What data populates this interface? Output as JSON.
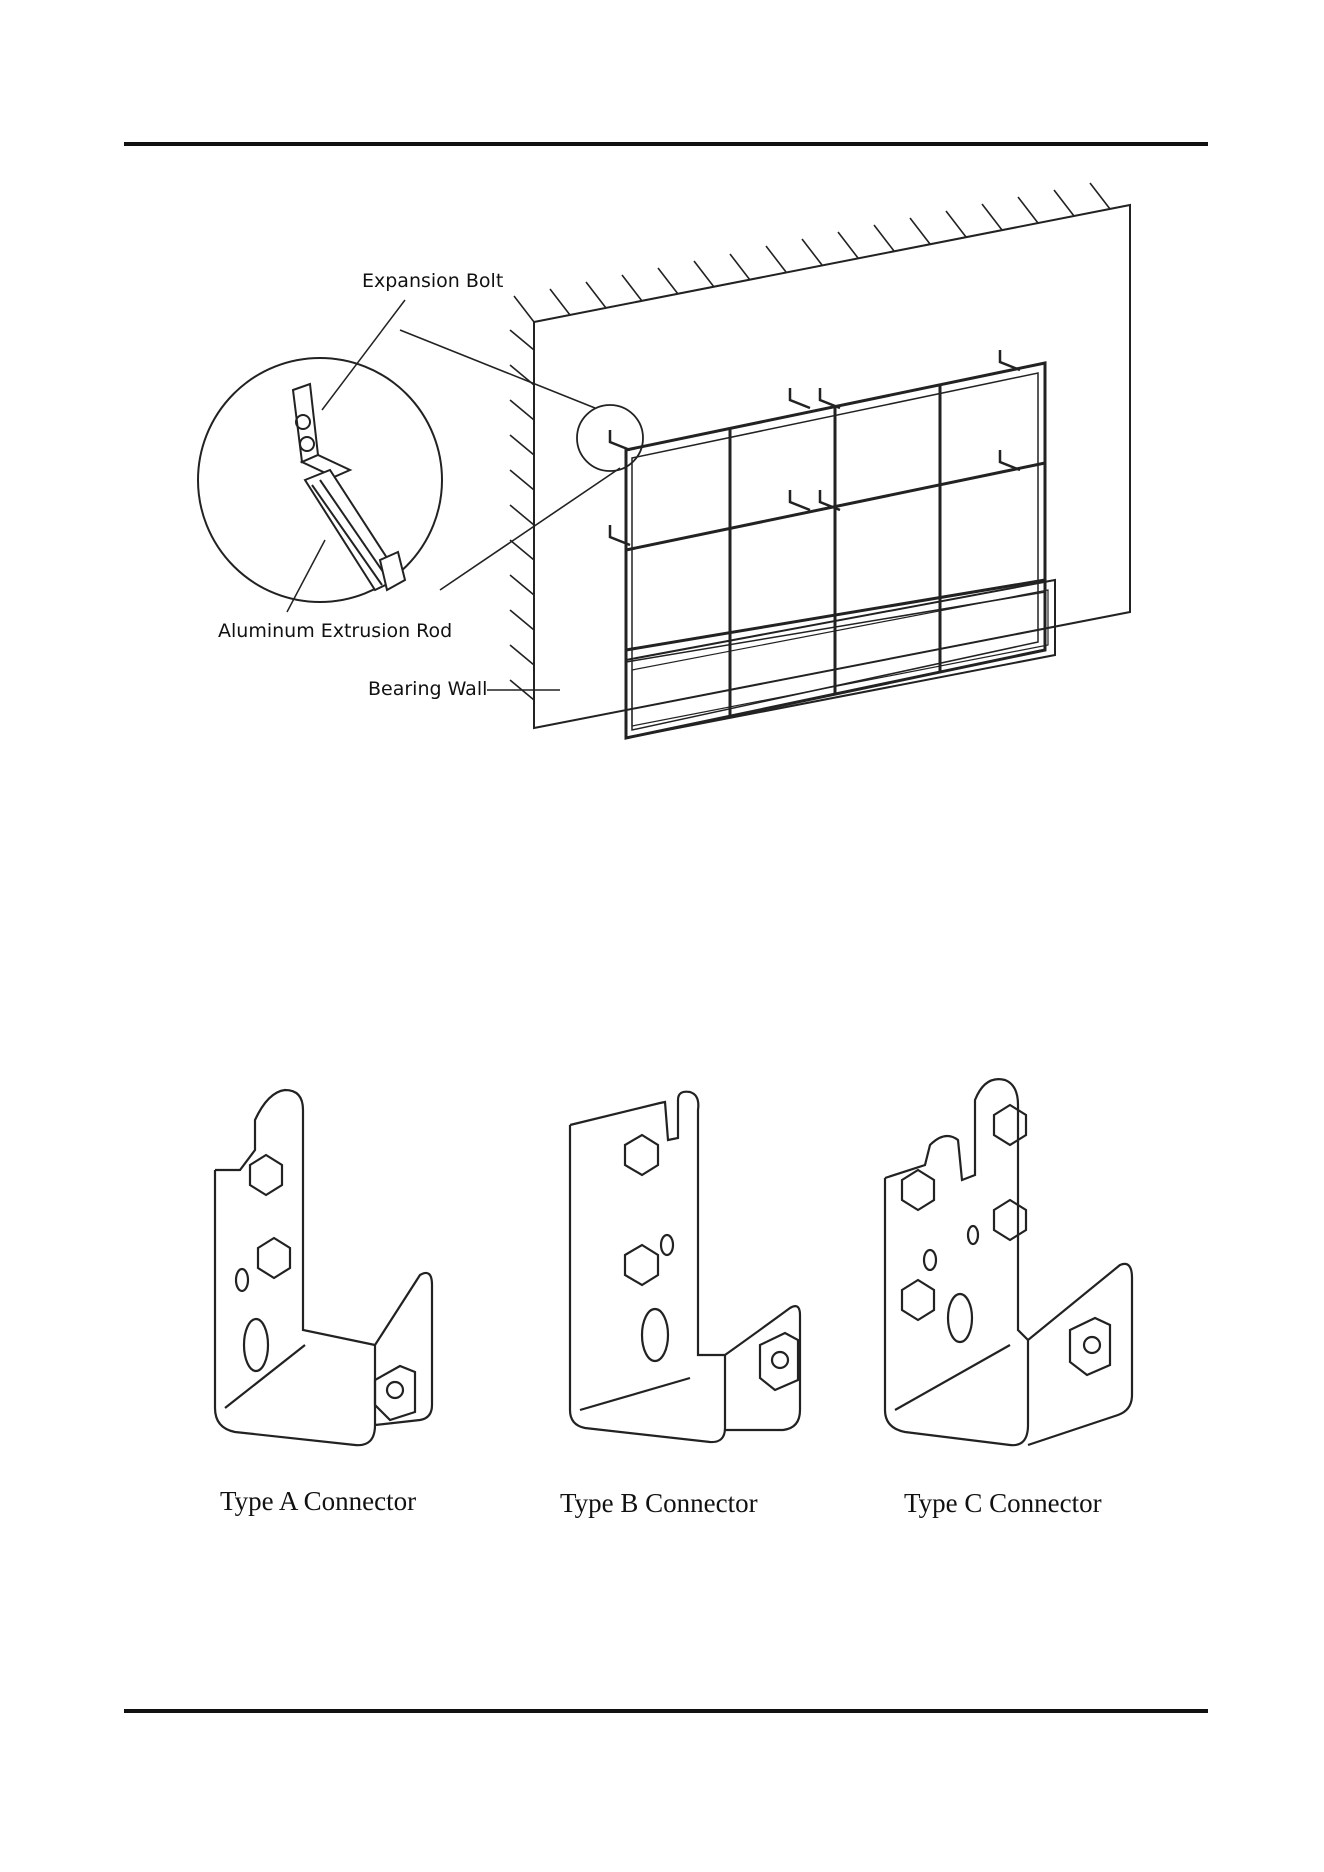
{
  "diagram": {
    "callouts": {
      "expansion_bolt": "Expansion Bolt",
      "aluminum_rod": "Aluminum Extrusion Rod",
      "bearing_wall": "Bearing Wall"
    }
  },
  "connectors": [
    {
      "label": "Type A Connector"
    },
    {
      "label": "Type B Connector"
    },
    {
      "label": "Type C Connector"
    }
  ]
}
